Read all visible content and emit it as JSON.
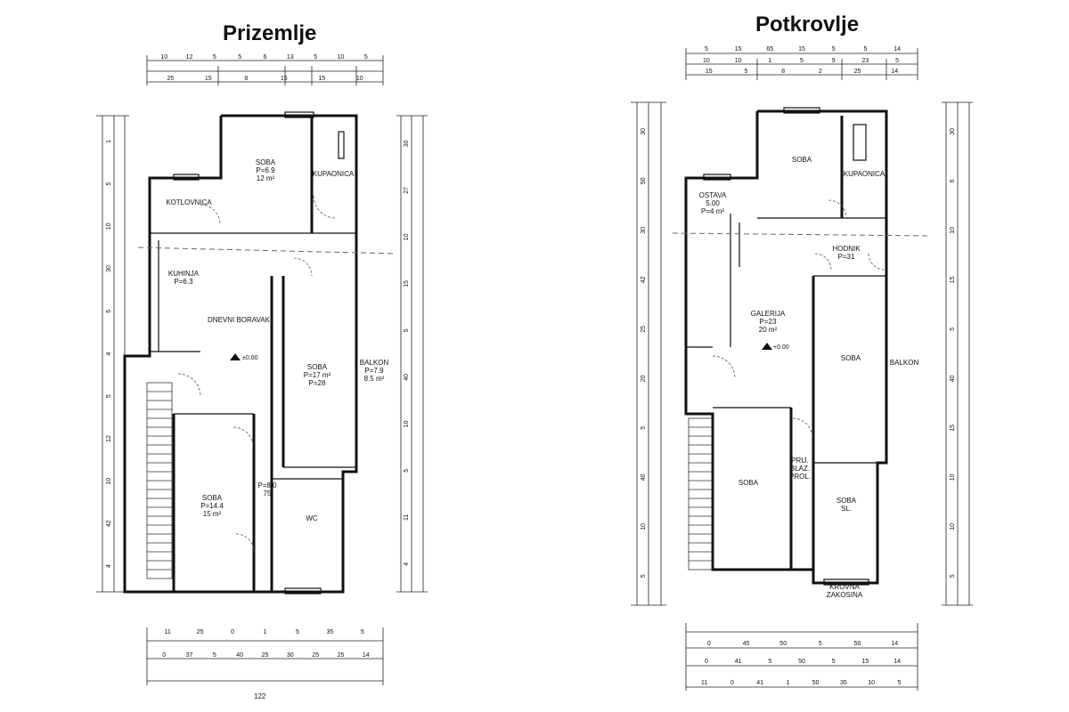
{
  "left_plan": {
    "title": "Prizemlje",
    "rooms": [
      {
        "key": "soba1",
        "lines": [
          "SOBA",
          "P=6.9",
          "12 m²"
        ]
      },
      {
        "key": "kupaonica",
        "lines": [
          "KUPAONICA"
        ]
      },
      {
        "key": "kotlovnica",
        "lines": [
          "KOTLOVNICA"
        ]
      },
      {
        "key": "kuhinja",
        "lines": [
          "KUHINJA",
          "P=6.3"
        ]
      },
      {
        "key": "dnevna",
        "lines": [
          "DNEVNI BORAVAK"
        ]
      },
      {
        "key": "soba2",
        "lines": [
          "SOBA",
          "P=17 m²",
          "P=28"
        ]
      },
      {
        "key": "balkon",
        "lines": [
          "BALKON",
          "P=7.9",
          "8.5 m²"
        ]
      },
      {
        "key": "soba3",
        "lines": [
          "SOBA",
          "P=14.4",
          "15 m²"
        ]
      },
      {
        "key": "hodnik",
        "lines": [
          "P=8.0",
          "75"
        ]
      },
      {
        "key": "wc",
        "lines": [
          "WC"
        ]
      }
    ],
    "level_mark": "±0.00",
    "top_dims_row1": [
      "10",
      "12",
      "5",
      "5",
      "6",
      "13",
      "5",
      "10",
      "5"
    ],
    "top_dims_row2": [
      "25",
      "15",
      "8",
      "15",
      "15",
      "10"
    ],
    "bottom_dims_row1": [
      "11",
      "25",
      "0",
      "1",
      "5",
      "35",
      "5"
    ],
    "bottom_dims_row2": [
      "0",
      "37",
      "5",
      "40",
      "25",
      "30",
      "25",
      "25",
      "14"
    ],
    "bottom_total": "122",
    "left_dims": [
      "1",
      "5",
      "10",
      "30",
      "5",
      "4",
      "5",
      "12",
      "10",
      "42",
      "4"
    ],
    "right_dims": [
      "30",
      "27",
      "10",
      "15",
      "5",
      "40",
      "10",
      "5",
      "11",
      "4"
    ]
  },
  "right_plan": {
    "title": "Potkrovlje",
    "rooms": [
      {
        "key": "soba1",
        "lines": [
          "SOBA"
        ]
      },
      {
        "key": "kupaonica",
        "lines": [
          "KUPAONICA"
        ]
      },
      {
        "key": "ostava",
        "lines": [
          "OSTAVA",
          "5.00",
          "P=4 m²"
        ]
      },
      {
        "key": "hodnik",
        "lines": [
          "HODNIK",
          "P=31"
        ]
      },
      {
        "key": "galerija",
        "lines": [
          "GALERIJA",
          "P=23",
          "20 m²"
        ]
      },
      {
        "key": "soba2",
        "lines": [
          "SOBA"
        ]
      },
      {
        "key": "balkon",
        "lines": [
          "BALKON"
        ]
      },
      {
        "key": "soba3",
        "lines": [
          "SOBA"
        ]
      },
      {
        "key": "garderoba",
        "lines": [
          "PRIJ.",
          "BLAZ.",
          "PROL."
        ]
      },
      {
        "key": "soba4",
        "lines": [
          "SOBA",
          "SL."
        ]
      },
      {
        "key": "krovna",
        "lines": [
          "KROVNA",
          "ZAKOSINA"
        ]
      }
    ],
    "level_mark": "+0.00",
    "top_dims_row1": [
      "5",
      "15",
      "65",
      "15",
      "5",
      "5",
      "14"
    ],
    "top_dims_row2": [
      "10",
      "10",
      "1",
      "5",
      "9",
      "23",
      "5"
    ],
    "top_dims_row3": [
      "15",
      "5",
      "8",
      "2",
      "25",
      "14"
    ],
    "bottom_dims_row1": [
      "0",
      "45",
      "50",
      "5",
      "50",
      "14"
    ],
    "bottom_dims_row2": [
      "0",
      "41",
      "5",
      "50",
      "5",
      "15",
      "14"
    ],
    "bottom_dims_row3": [
      "11",
      "0",
      "41",
      "1",
      "50",
      "35",
      "10",
      "5"
    ],
    "left_dims": [
      "30",
      "50",
      "30",
      "42",
      "25",
      "20",
      "5",
      "40",
      "10",
      "5"
    ],
    "right_dims": [
      "30",
      "6",
      "10",
      "15",
      "5",
      "40",
      "15",
      "10",
      "10",
      "5"
    ]
  }
}
